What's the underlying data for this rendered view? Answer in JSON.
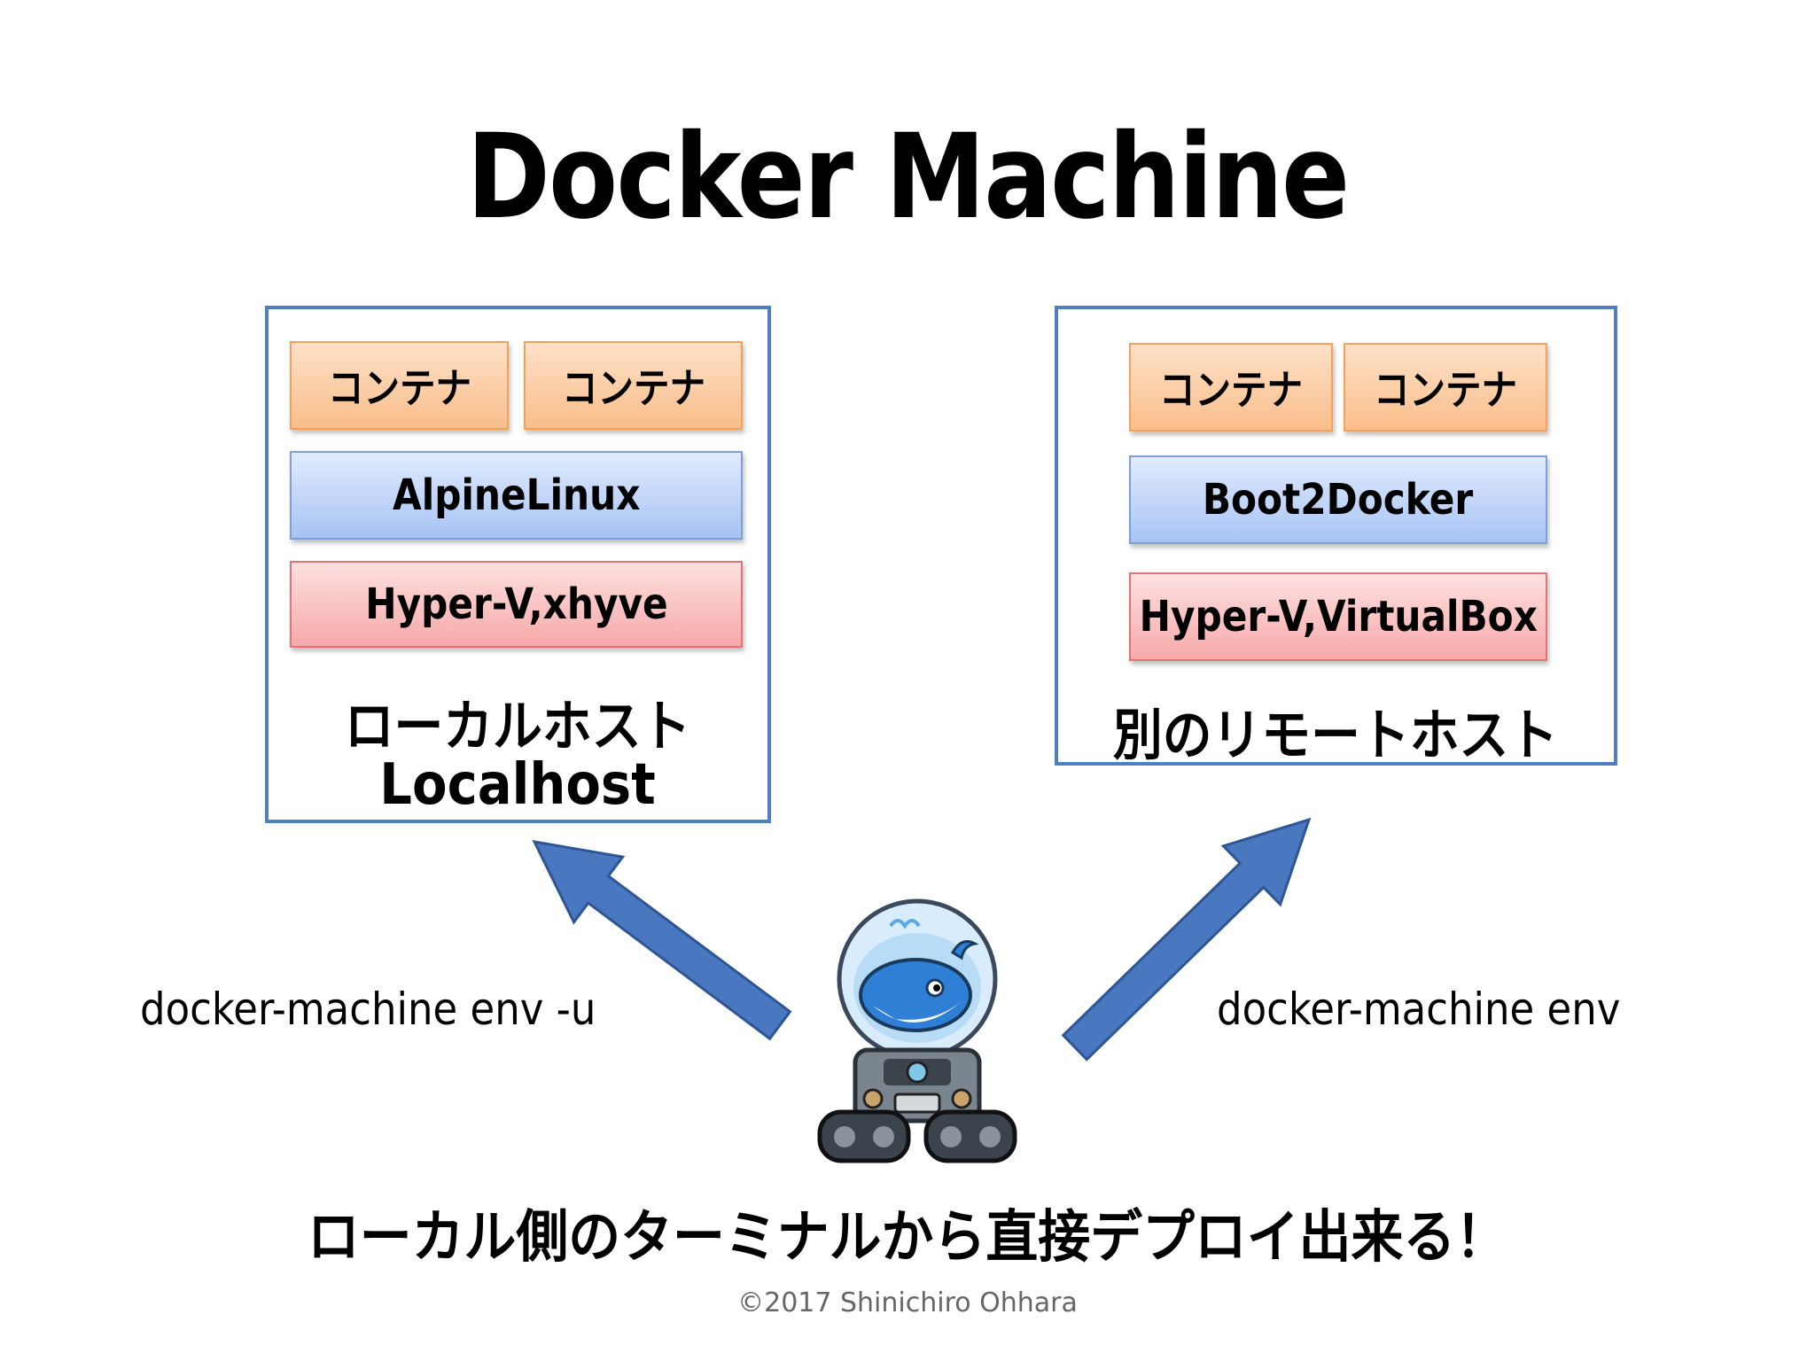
{
  "title": "Docker Machine",
  "left_host": {
    "containers": [
      "コンテナ",
      "コンテナ"
    ],
    "os": "AlpineLinux",
    "hypervisor": "Hyper-V,xhyve",
    "label_ja": "ローカルホスト",
    "label_en": "Localhost"
  },
  "right_host": {
    "containers": [
      "コンテナ",
      "コンテナ"
    ],
    "os": "Boot2Docker",
    "hypervisor": "Hyper-V,VirtualBox",
    "label_ja": "別のリモートホスト"
  },
  "commands": {
    "left": "docker-machine env -u",
    "right": "docker-machine env"
  },
  "bottom_message": "ローカル側のターミナルから直接デプロイ出来る！",
  "copyright": "©2017 Shinichiro Ohhara",
  "colors": {
    "box_border": "#4e7fc0",
    "arrow_fill": "#4a78c0",
    "container": "#f9be8a",
    "os": "#a7c3f4",
    "hypervisor": "#f7a9a9"
  },
  "icons": {
    "mascot": "docker-moby-astronaut-robot"
  }
}
